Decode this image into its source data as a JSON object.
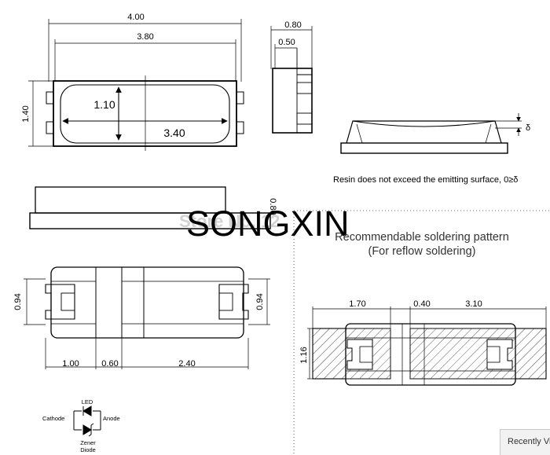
{
  "brand": "SONGXIN",
  "watermark": "Store No.   12",
  "resin_note": "Resin does not exceed the emitting surface, 0≥δ",
  "pattern_title": "Recommendable soldering pattern",
  "pattern_subtitle": "(For reflow soldering)",
  "recently_viewed": "Recently Vi",
  "dims": {
    "top_width_outer": "4.00",
    "top_width_inner": "3.80",
    "top_height": "1.40",
    "lens_height": "1.10",
    "lens_width": "3.40",
    "side_width": "0.80",
    "side_lead": "0.50",
    "delta": "δ",
    "front_height": "0.80",
    "bottom_pad_left": "0.94",
    "bottom_pad_right": "0.94",
    "bottom_a": "1.00",
    "bottom_b": "0.60",
    "bottom_c": "2.40",
    "pat_a": "1.70",
    "pat_b": "0.40",
    "pat_c": "3.10",
    "pat_h": "1.16"
  },
  "schematic": {
    "led": "LED",
    "cathode": "Cathode",
    "anode": "Anode",
    "zener_line1": "Zener",
    "zener_line2": "Diode"
  }
}
